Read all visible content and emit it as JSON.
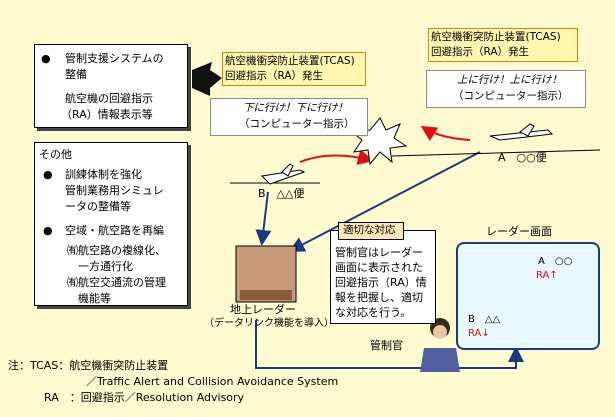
{
  "left_top_box": {
    "bullet1": "管制支援システムの",
    "bullet1_cont": "整備",
    "sub1": "航空機の回避指示",
    "sub2": "（RA）情報表示等"
  },
  "left_bottom_box": {
    "title": "その他",
    "b1_l1": "訓練体制を強化",
    "b1_l2": "管制業務用シミュレ",
    "b1_l3": "ータの整備等",
    "b2_l1": "空域・航空路を再編",
    "s1": "㈲航空路の複線化、",
    "s2": "　一方通行化",
    "s3": "㈲航空交通流の管理",
    "s4": "　機能等"
  },
  "tcas_b": {
    "line1": "航空機衝突防止装置(TCAS)",
    "line2": "回避指示（RA）発生"
  },
  "tcas_a": {
    "line1": "航空機衝突防止装置(TCAS)",
    "line2": "回避指示（RA）発生"
  },
  "computer_b": {
    "line1": "下に行け！下に行け！",
    "line2": "（コンピューター指示）"
  },
  "computer_a": {
    "line1": "上に行け！上に行け！",
    "line2": "（コンピューター指示）"
  },
  "aircraft_a": "A　○○便",
  "aircraft_b": "B　△△便",
  "radar_ground": {
    "line1": "地上レーダー",
    "line2": "（データリンク機能を導入）"
  },
  "proper_response": {
    "tag": "適切な対応",
    "l1": "管制官はレーダー",
    "l2": "画面に表示された",
    "l3": "回避指示（RA）情",
    "l4": "報を把握し、適切",
    "l5": "な対応を行う。"
  },
  "controller": "管制官",
  "radar_screen": {
    "title": "レーダー画面",
    "a_label": "A　○○",
    "a_ra": "RA↑",
    "b_label": "B　△△",
    "b_ra": "RA↓"
  },
  "notes": {
    "n1": "注：TCAS：航空機衝突防止装置",
    "n2": "／Traffic Alert and Collision Avoidance System",
    "n3": "RA　：回避指示／Resolution Advisory"
  },
  "colors": {
    "background": "#fffbd0",
    "red": "#e01010",
    "navy": "#1a3a80",
    "orange_box": "#ffe6b8"
  }
}
